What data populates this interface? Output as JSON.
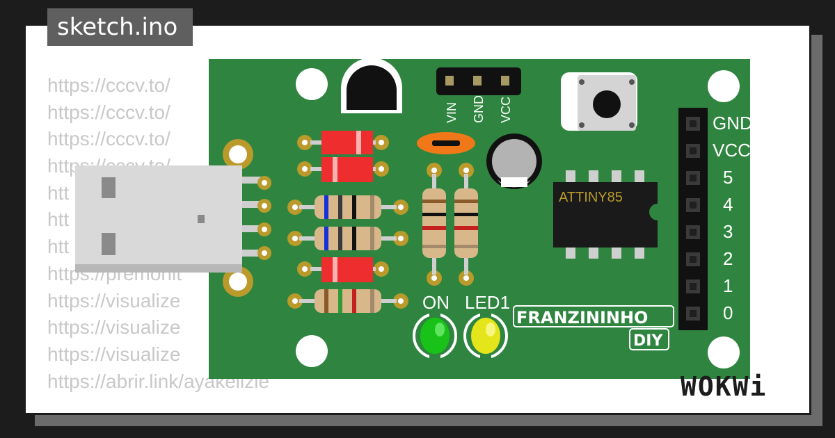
{
  "file_tab": {
    "label": "sketch.ino"
  },
  "links": [
    "https://cccv.to/",
    "https://cccv.to/",
    "https://cccv.to/",
    "https://cccv.to/",
    "htt",
    "htt",
    "htt",
    "https://premonit",
    "https://visualize",
    "https://visualize",
    "https://visualize",
    "https://abrir.link/ayakelizie"
  ],
  "board": {
    "chip_label": "ATTINY85",
    "header_top_labels": [
      "VIN",
      "GND",
      "VCC"
    ],
    "pin_labels": [
      "GND",
      "VCC",
      "5",
      "4",
      "3",
      "2",
      "1",
      "0"
    ],
    "led_labels": [
      "ON",
      "LED1"
    ],
    "brand": "FRANZININHO",
    "brand_sub": "DIY"
  },
  "logo": {
    "text": "WOKWi"
  },
  "colors": {
    "pcb": "#2f8540",
    "pcb_dark": "#256a33",
    "pad": "#b99a2b",
    "led_on": "#19c219",
    "led1": "#e5e51b"
  }
}
